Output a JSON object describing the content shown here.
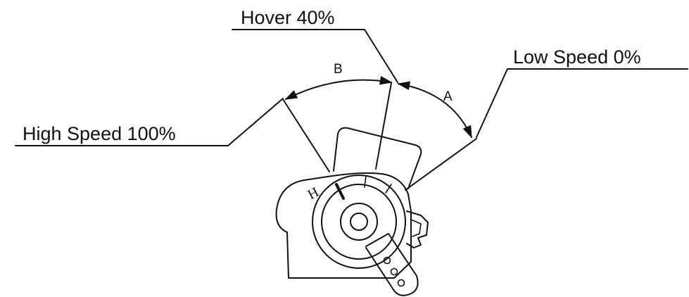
{
  "diagram": {
    "callouts": {
      "hover": "Hover 40%",
      "low_speed": "Low Speed 0%",
      "high_speed": "High Speed 100%"
    },
    "arc_labels": {
      "a": "A",
      "b": "B"
    },
    "lever_mark": "H",
    "colors": {
      "ink": "#111111",
      "background": "#ffffff"
    }
  }
}
